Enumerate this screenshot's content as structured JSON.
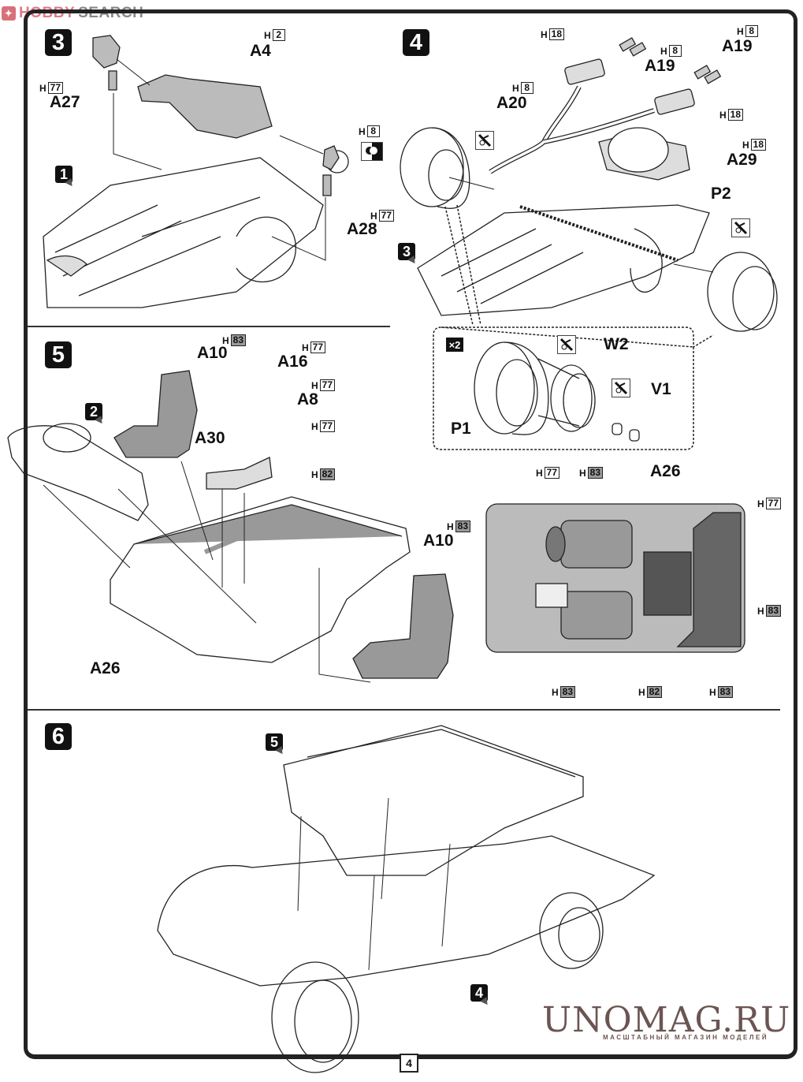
{
  "watermark": {
    "brand_left": "HOBBY",
    "brand_right": "SEARCH",
    "logo_icon": "flame-icon"
  },
  "page_number": "4",
  "footer_watermark": {
    "title": "UNOMAG.RU",
    "subtitle": "МАСШТАБНЫЙ МАГАЗИН МОДЕЛЕЙ"
  },
  "steps": {
    "step3": {
      "number": "3",
      "parts": [
        {
          "id": "A27",
          "color_prefix": "H",
          "color_code": "77"
        },
        {
          "id": "A4",
          "color_prefix": "H",
          "color_code": "2"
        },
        {
          "id": "A28",
          "color_prefix": "H",
          "color_code": "77"
        }
      ],
      "extra_color": {
        "prefix": "H",
        "code": "8"
      },
      "ref_subassembly": "1"
    },
    "step4": {
      "number": "4",
      "parts": [
        {
          "id": "A19",
          "color_prefix": "H",
          "color_code": "8"
        },
        {
          "id": "A19",
          "color_prefix": "H",
          "color_code": "8"
        },
        {
          "id": "A20",
          "color_prefix": "H",
          "color_code": "8"
        },
        {
          "id": "A29",
          "color_prefix": "H",
          "color_code": "18"
        },
        {
          "id": "P2"
        }
      ],
      "muffler_colors": [
        {
          "prefix": "H",
          "code": "18"
        },
        {
          "prefix": "H",
          "code": "18"
        }
      ],
      "ref_subassembly": "3",
      "wheel_detail": {
        "multiplier": "×2",
        "parts": [
          "P1",
          "W2",
          "V1"
        ]
      }
    },
    "step5": {
      "number": "5",
      "parts": [
        {
          "id": "A10",
          "color_prefix": "H",
          "color_code": "83"
        },
        {
          "id": "A16",
          "color_prefix": "H",
          "color_code": "77"
        },
        {
          "id": "A8",
          "color_prefix": "H",
          "color_code": "77"
        },
        {
          "id": "A30",
          "color_prefix": "H",
          "color_code": "77"
        },
        {
          "id": "A10",
          "color_prefix": "H",
          "color_code": "83"
        },
        {
          "id": "A26"
        }
      ],
      "console_color_2": {
        "prefix": "H",
        "code": "82"
      },
      "ref_subassembly": "2",
      "top_view": {
        "part": "A26",
        "colors": [
          {
            "prefix": "H",
            "code": "77"
          },
          {
            "prefix": "H",
            "code": "83"
          },
          {
            "prefix": "H",
            "code": "77"
          },
          {
            "prefix": "H",
            "code": "83"
          },
          {
            "prefix": "H",
            "code": "83"
          },
          {
            "prefix": "H",
            "code": "82"
          },
          {
            "prefix": "H",
            "code": "83"
          }
        ]
      }
    },
    "step6": {
      "number": "6",
      "refs": [
        "5",
        "4"
      ]
    }
  }
}
